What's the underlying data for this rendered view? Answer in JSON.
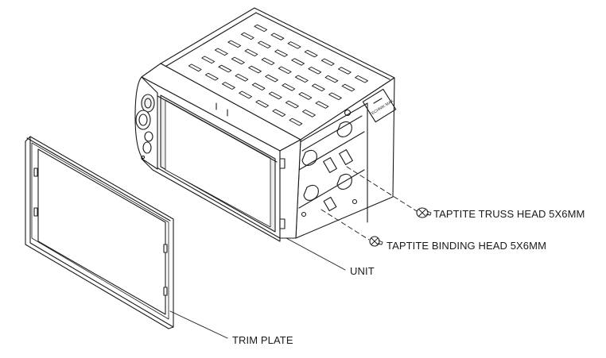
{
  "labels": {
    "truss_screw": "TAPTITE TRUSS HEAD 5X6MM",
    "binding_screw": "TAPTITE BINDING HEAD 5X6MM",
    "unit": "UNIT",
    "trim_plate": "TRIM PLATE"
  },
  "brand_mark": "TECHNIK MAX",
  "colors": {
    "line": "#1a1a1a",
    "background": "#ffffff",
    "shade": "#e9e9e9"
  }
}
